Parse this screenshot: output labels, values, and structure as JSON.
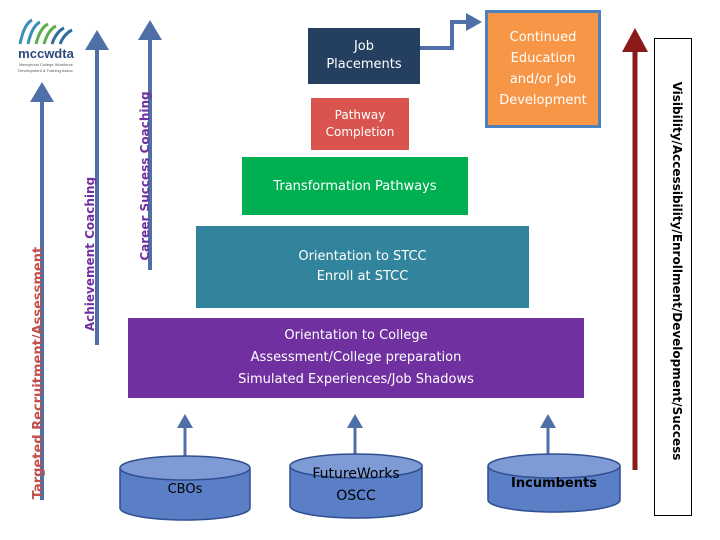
{
  "logo": {
    "name": "mccwdta",
    "tagline_1": "Mercyhurst College Workforce",
    "tagline_2": "Development & Training Assoc."
  },
  "pyramid": {
    "job_placements": "Job\nPlacements",
    "pathway_completion": "Pathway\nCompletion",
    "transformation_pathways": "Transformation Pathways",
    "orientation_stcc": "Orientation to STCC\nEnroll at STCC",
    "orientation_college_1": "Orientation to College",
    "orientation_college_2": "Assessment/College preparation",
    "orientation_college_3": "Simulated Experiences/Job Shadows"
  },
  "continued": {
    "line1": "Continued",
    "line2": "Education",
    "line3": "and/or Job",
    "line4": "Development"
  },
  "side_labels": {
    "recruitment": "Targeted Recruitment/Assessment",
    "achievement": "Achievement Coaching",
    "career": "Career Success Coaching",
    "visibility": "Visibility/Accessibility/Enrollment/Development/Success"
  },
  "sources": {
    "cbos": "CBOs",
    "futureworks_1": "FutureWorks",
    "futureworks_2": "OSCC",
    "incumbents": "Incumbents"
  },
  "colors": {
    "navy": "#243F60",
    "red_box": "#D9544F",
    "green": "#00B050",
    "teal": "#31849B",
    "purple": "#7030A0",
    "orange": "#F79646",
    "arrow_blue": "#4F6FA8",
    "dark_red": "#8B1A1A",
    "cylinder": "#5B7FC7"
  }
}
